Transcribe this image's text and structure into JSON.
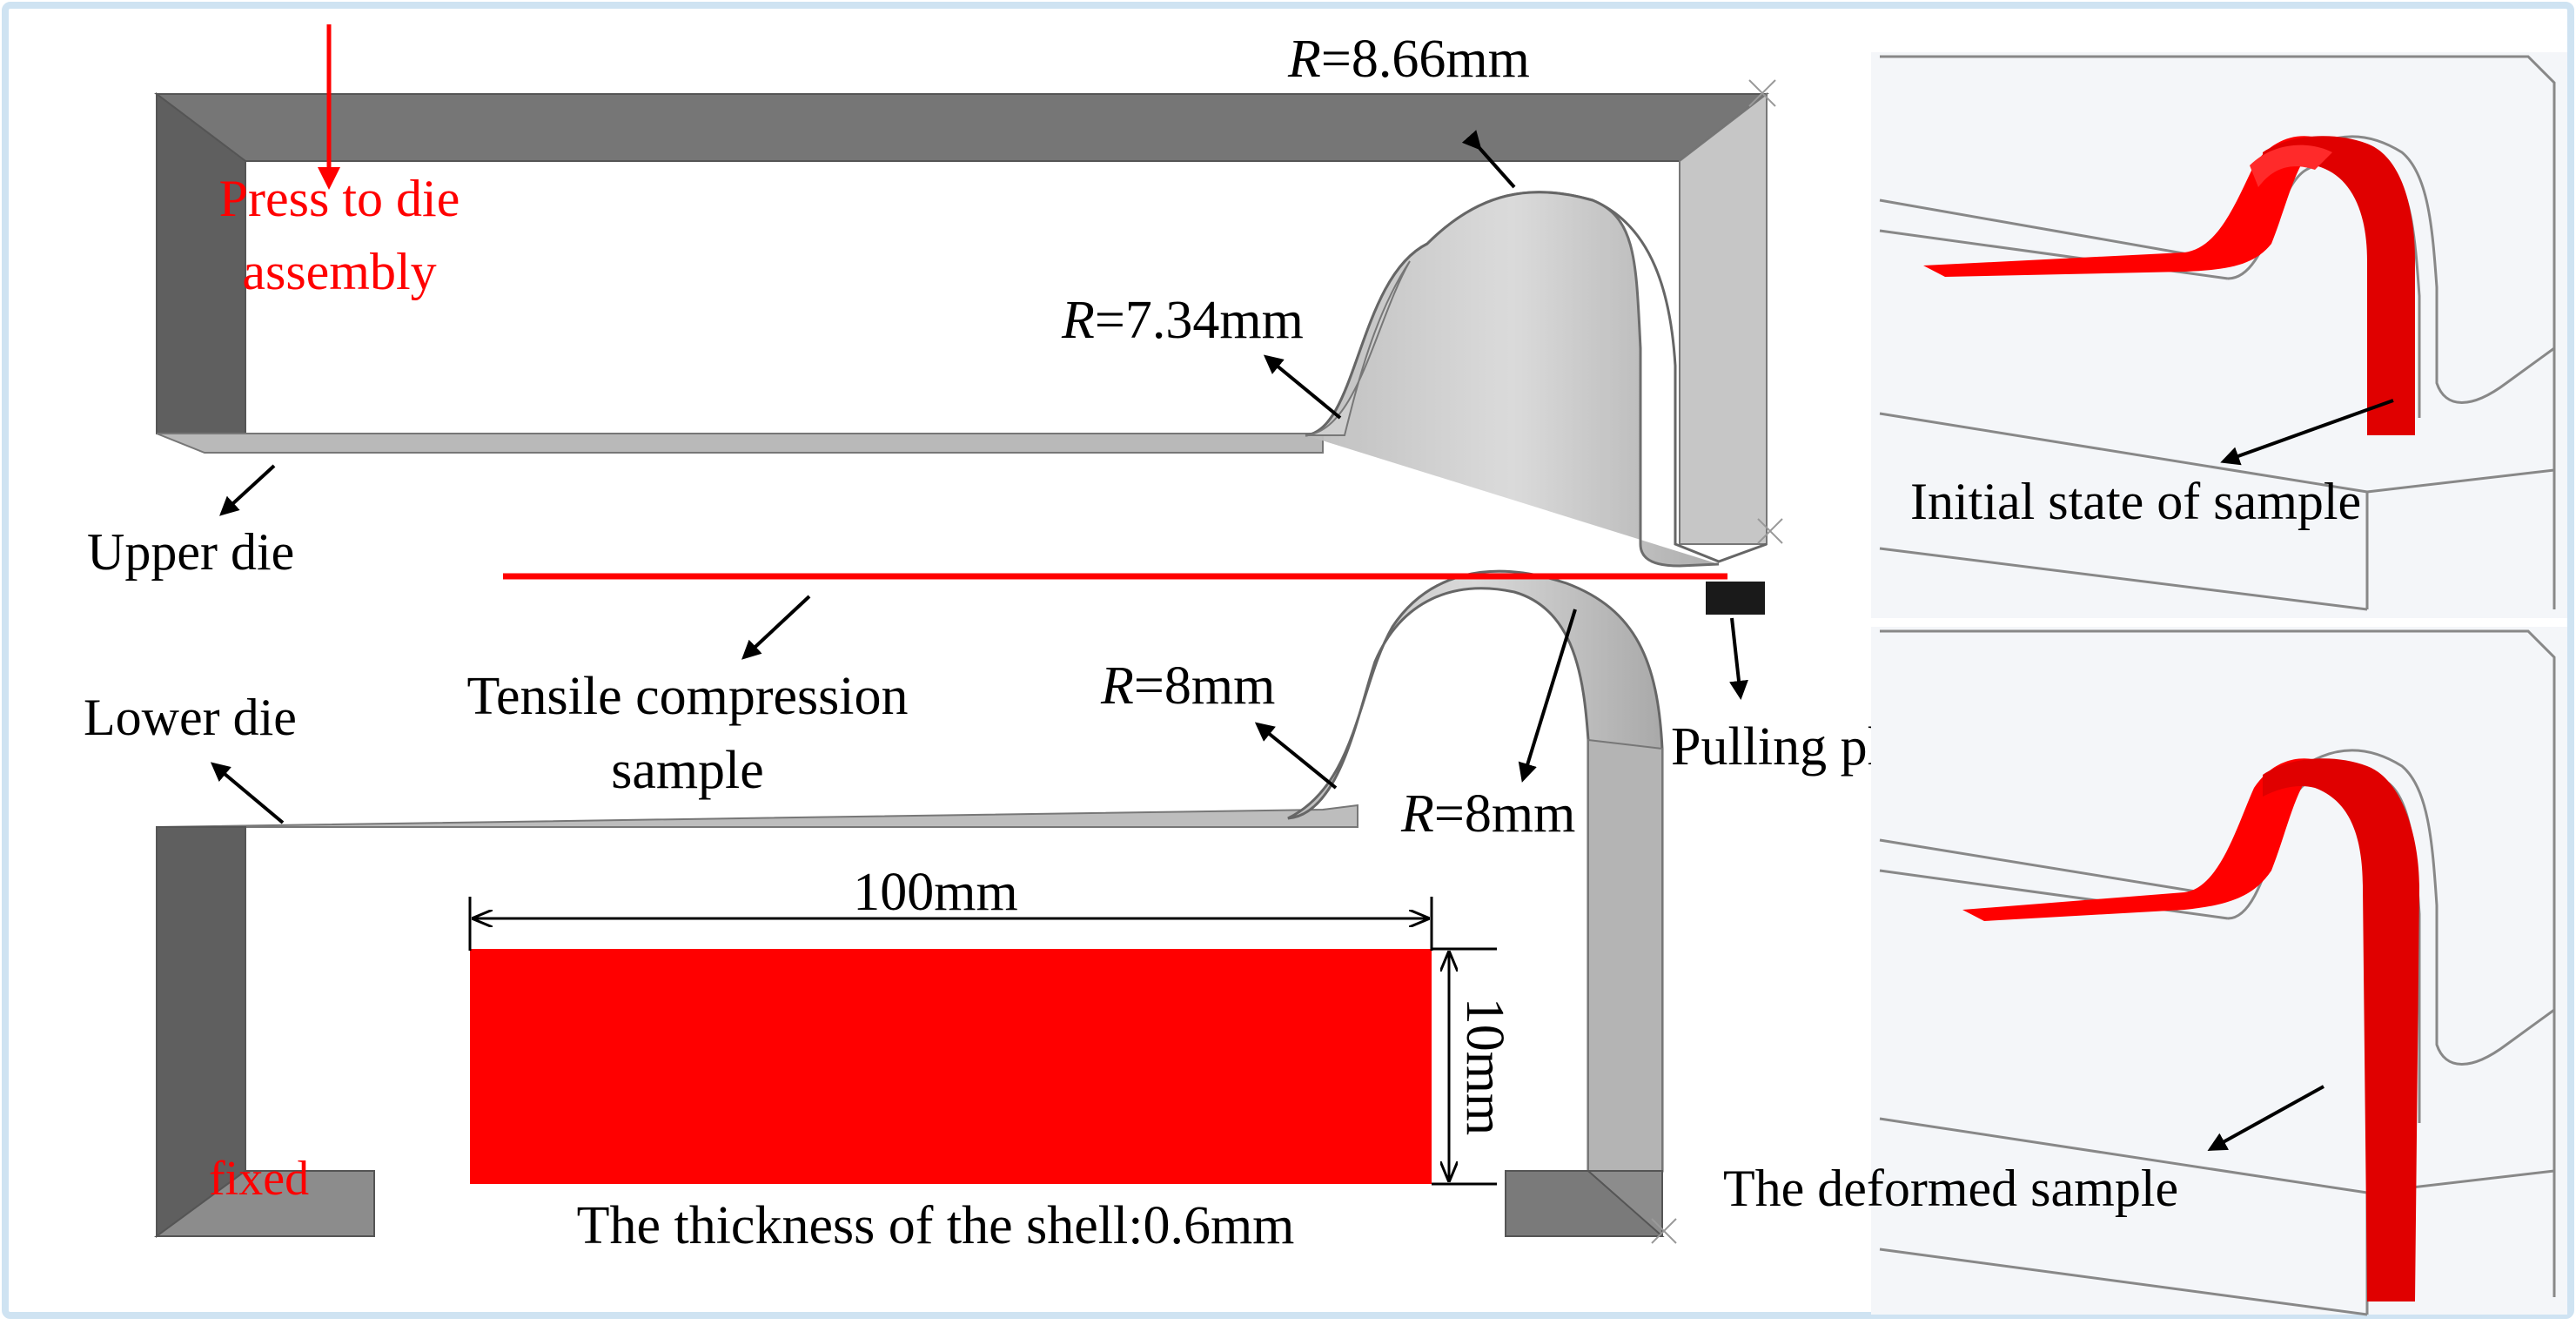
{
  "labels": {
    "press": [
      "Press to die",
      "assembly"
    ],
    "upper_die": "Upper die",
    "lower_die": "Lower die",
    "sample": [
      "Tensile compression",
      "sample"
    ],
    "pulling_plate": "Pulling plate",
    "fixed": "fixed",
    "r_866": "=8.66mm",
    "r_734": "=7.34mm",
    "r_8a": "=8mm",
    "r_8b": "=8mm",
    "r_symbol": "R",
    "width_dim": "100mm",
    "height_dim": "10mm",
    "thickness": "The thickness of the shell:0.6mm",
    "initial_state": "Initial state of sample",
    "deformed": "The deformed sample"
  },
  "colors": {
    "accent_red": "#ff0000",
    "die_dark": "#6e6e6e",
    "die_light": "#c8c8c8",
    "die_mid": "#a4a4a4",
    "arrow": "#000000"
  }
}
